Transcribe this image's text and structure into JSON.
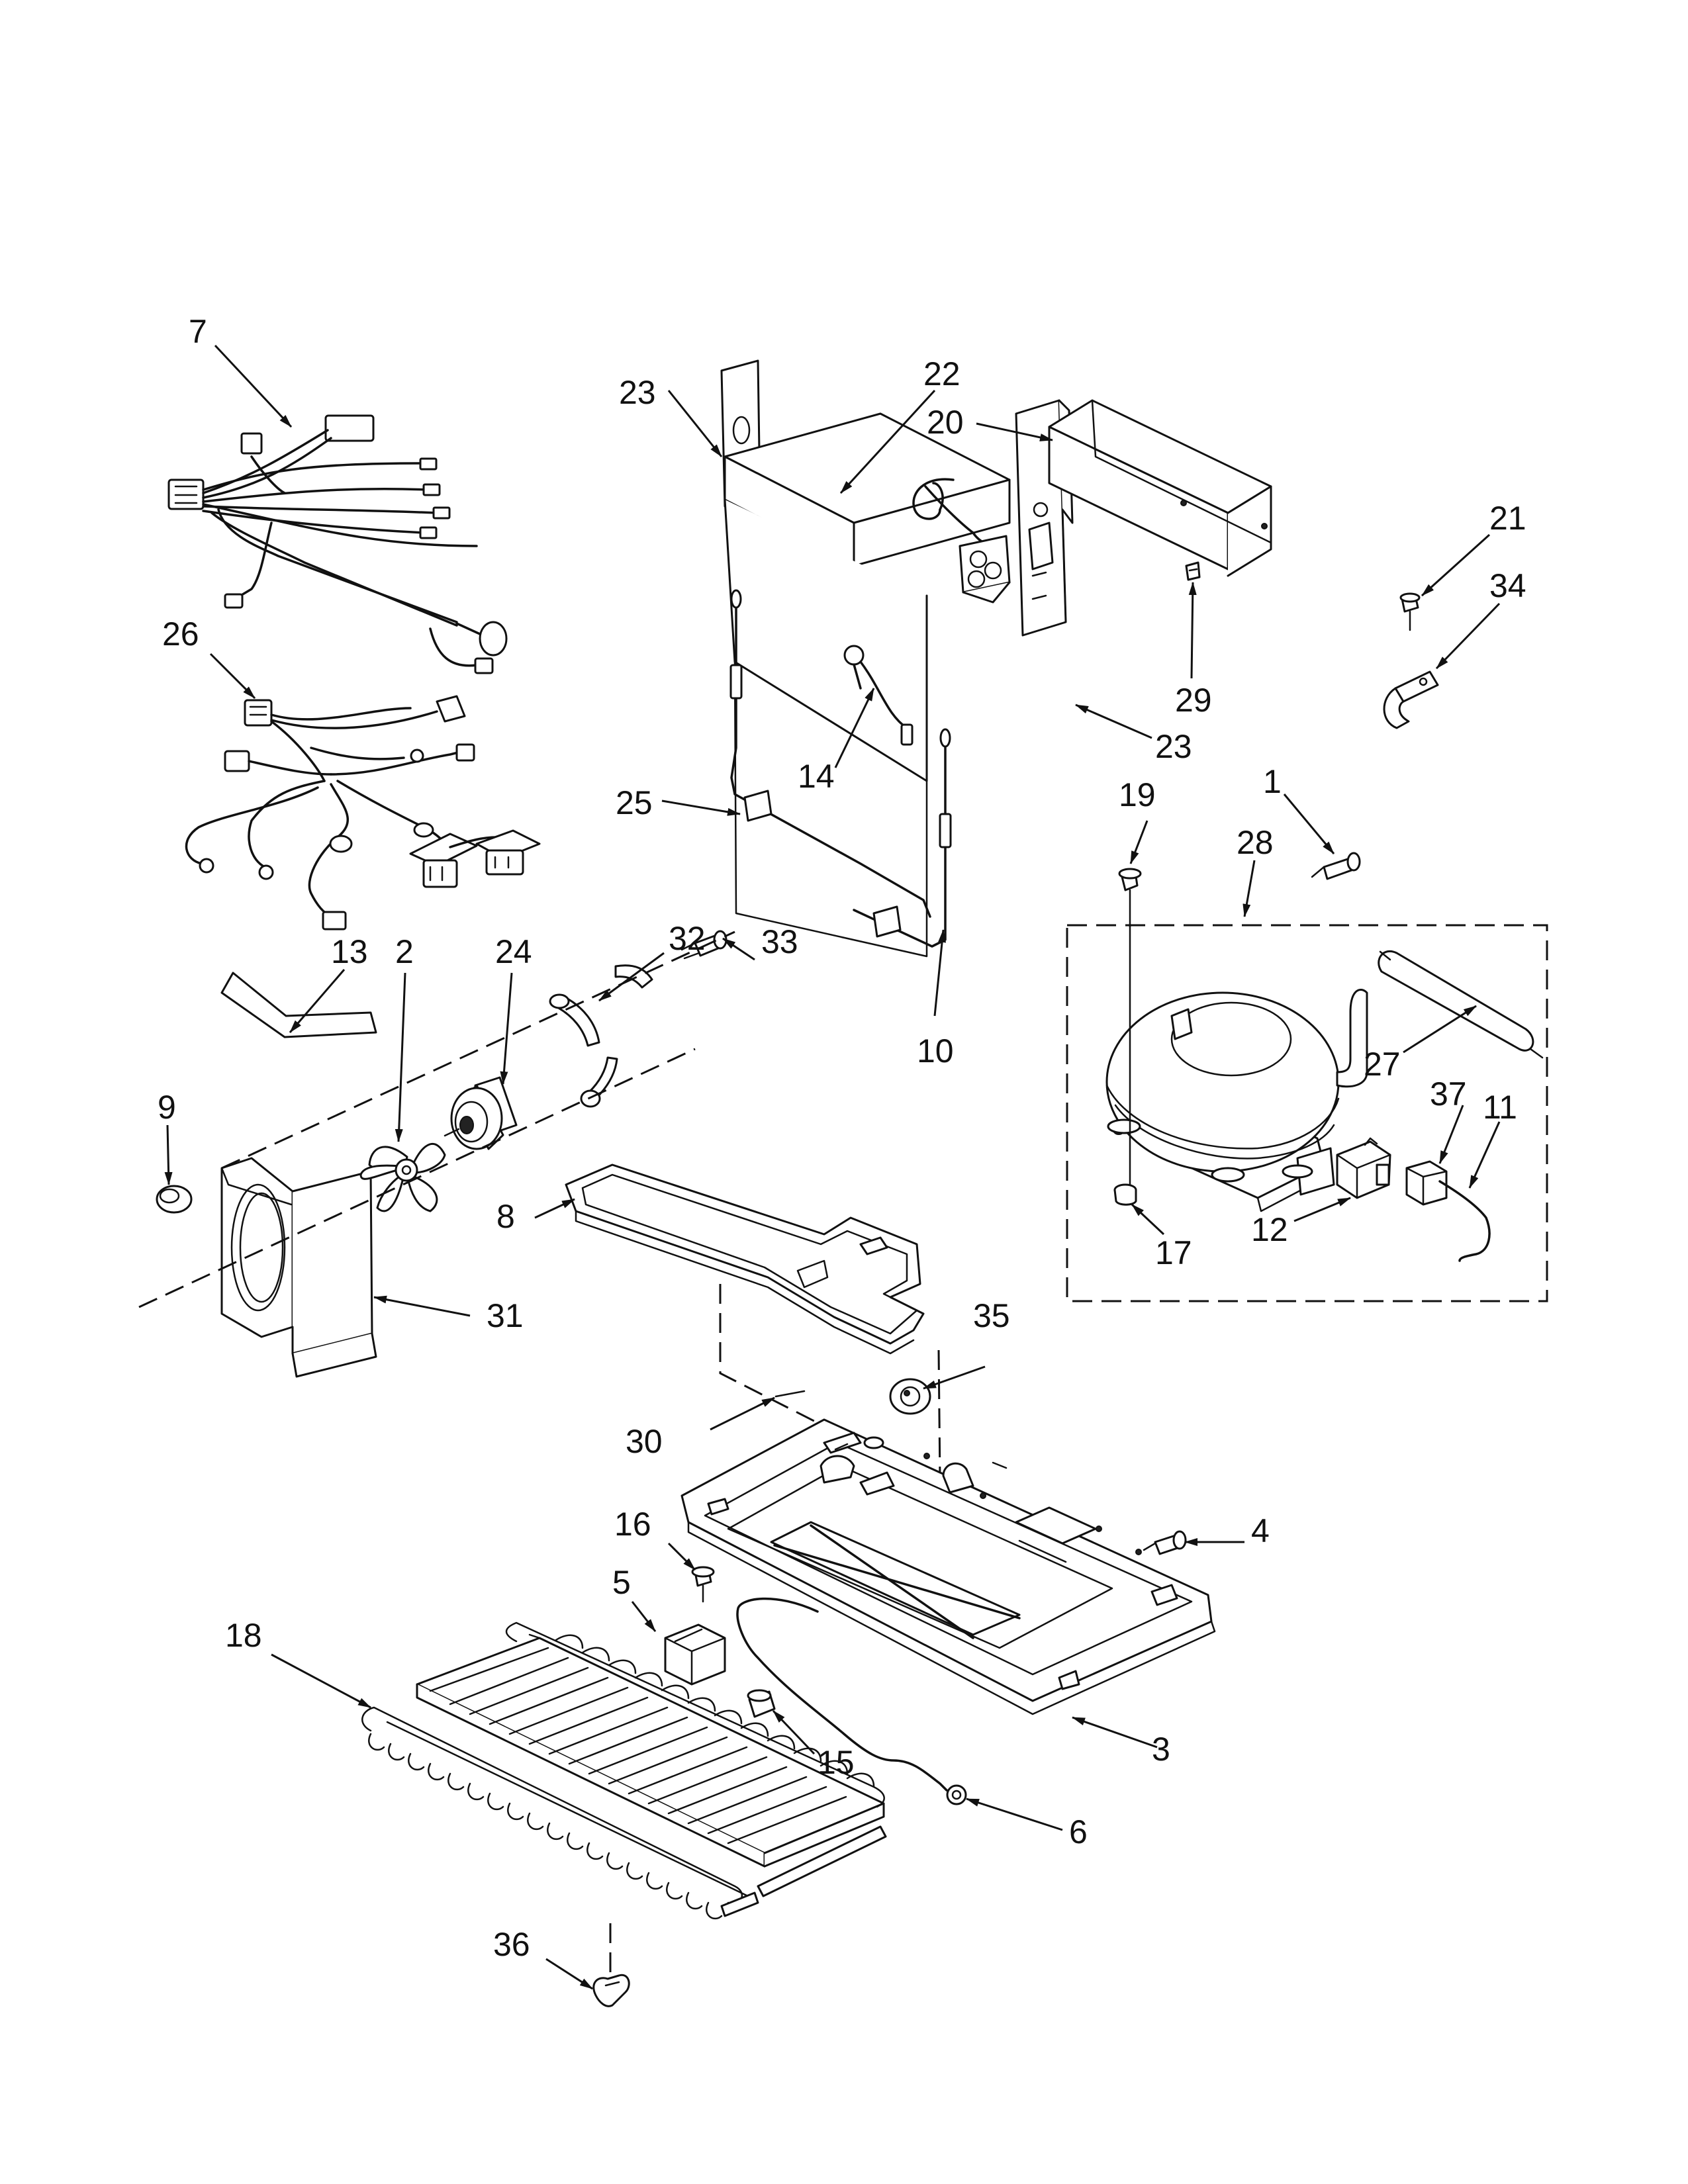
{
  "callouts": [
    "1",
    "2",
    "3",
    "4",
    "5",
    "6",
    "7",
    "8",
    "9",
    "10",
    "11",
    "12",
    "13",
    "14",
    "15",
    "16",
    "17",
    "18",
    "19",
    "20",
    "21",
    "22",
    "23",
    "23",
    "24",
    "25",
    "26",
    "27",
    "28",
    "29",
    "30",
    "31",
    "32",
    "33",
    "34",
    "35",
    "36",
    "37"
  ],
  "ink_color": "#111111",
  "background_color": "#ffffff"
}
